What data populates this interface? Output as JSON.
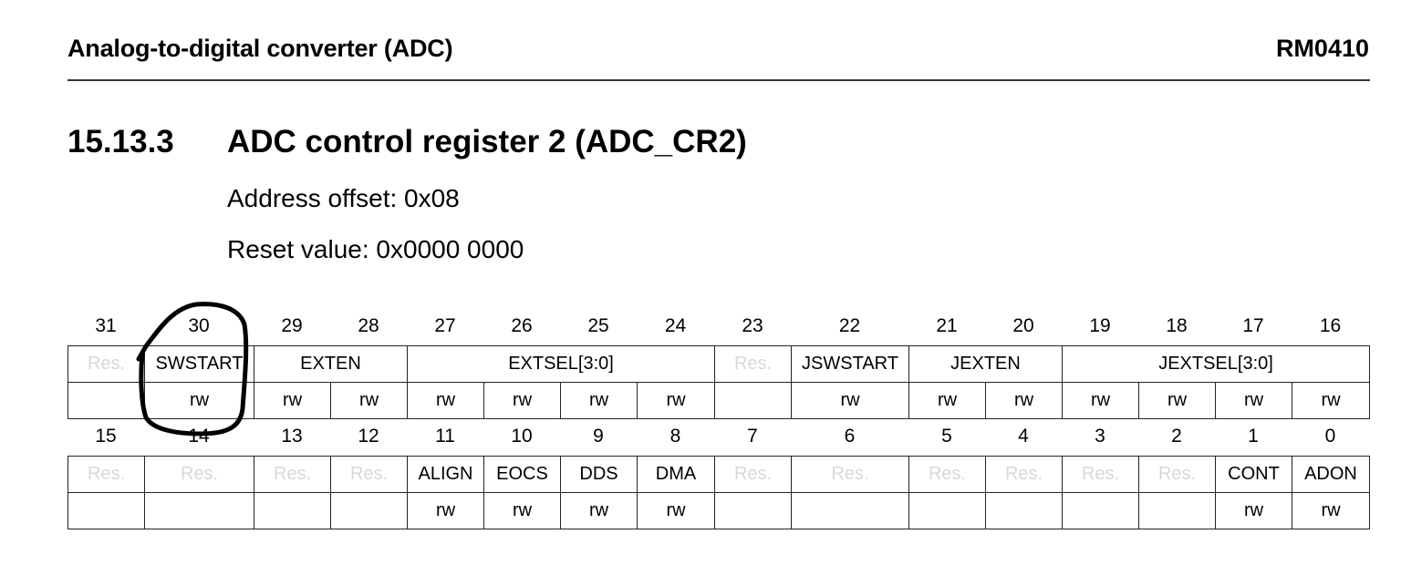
{
  "header": {
    "chapter_title": "Analog-to-digital converter (ADC)",
    "doc_id": "RM0410"
  },
  "section": {
    "number": "15.13.3",
    "title": "ADC control register 2 (ADC_CR2)",
    "address_offset": "Address offset: 0x08",
    "reset_value": "Reset value: 0x0000 0000"
  },
  "register_high": {
    "bits": [
      "31",
      "30",
      "29",
      "28",
      "27",
      "26",
      "25",
      "24",
      "23",
      "22",
      "21",
      "20",
      "19",
      "18",
      "17",
      "16"
    ],
    "fields": [
      {
        "name": "Res.",
        "span": 1,
        "reserved": true
      },
      {
        "name": "SWSTART",
        "span": 1,
        "reserved": false
      },
      {
        "name": "EXTEN",
        "span": 2,
        "reserved": false
      },
      {
        "name": "EXTSEL[3:0]",
        "span": 4,
        "reserved": false
      },
      {
        "name": "Res.",
        "span": 1,
        "reserved": true
      },
      {
        "name": "JSWSTART",
        "span": 1,
        "reserved": false
      },
      {
        "name": "JEXTEN",
        "span": 2,
        "reserved": false
      },
      {
        "name": "JEXTSEL[3:0]",
        "span": 4,
        "reserved": false
      }
    ],
    "access": [
      "",
      "rw",
      "rw",
      "rw",
      "rw",
      "rw",
      "rw",
      "rw",
      "",
      "rw",
      "rw",
      "rw",
      "rw",
      "rw",
      "rw",
      "rw"
    ]
  },
  "register_low": {
    "bits": [
      "15",
      "14",
      "13",
      "12",
      "11",
      "10",
      "9",
      "8",
      "7",
      "6",
      "5",
      "4",
      "3",
      "2",
      "1",
      "0"
    ],
    "fields": [
      {
        "name": "Res.",
        "span": 1,
        "reserved": true
      },
      {
        "name": "Res.",
        "span": 1,
        "reserved": true
      },
      {
        "name": "Res.",
        "span": 1,
        "reserved": true
      },
      {
        "name": "Res.",
        "span": 1,
        "reserved": true
      },
      {
        "name": "ALIGN",
        "span": 1,
        "reserved": false
      },
      {
        "name": "EOCS",
        "span": 1,
        "reserved": false
      },
      {
        "name": "DDS",
        "span": 1,
        "reserved": false
      },
      {
        "name": "DMA",
        "span": 1,
        "reserved": false
      },
      {
        "name": "Res.",
        "span": 1,
        "reserved": true
      },
      {
        "name": "Res.",
        "span": 1,
        "reserved": true
      },
      {
        "name": "Res.",
        "span": 1,
        "reserved": true
      },
      {
        "name": "Res.",
        "span": 1,
        "reserved": true
      },
      {
        "name": "Res.",
        "span": 1,
        "reserved": true
      },
      {
        "name": "Res.",
        "span": 1,
        "reserved": true
      },
      {
        "name": "CONT",
        "span": 1,
        "reserved": false
      },
      {
        "name": "ADON",
        "span": 1,
        "reserved": false
      }
    ],
    "access": [
      "",
      "",
      "",
      "",
      "rw",
      "rw",
      "rw",
      "rw",
      "",
      "",
      "",
      "",
      "",
      "",
      "rw",
      "rw"
    ]
  },
  "annotation": {
    "type": "hand-drawn circle",
    "target": "SWSTART",
    "color": "#000000"
  }
}
